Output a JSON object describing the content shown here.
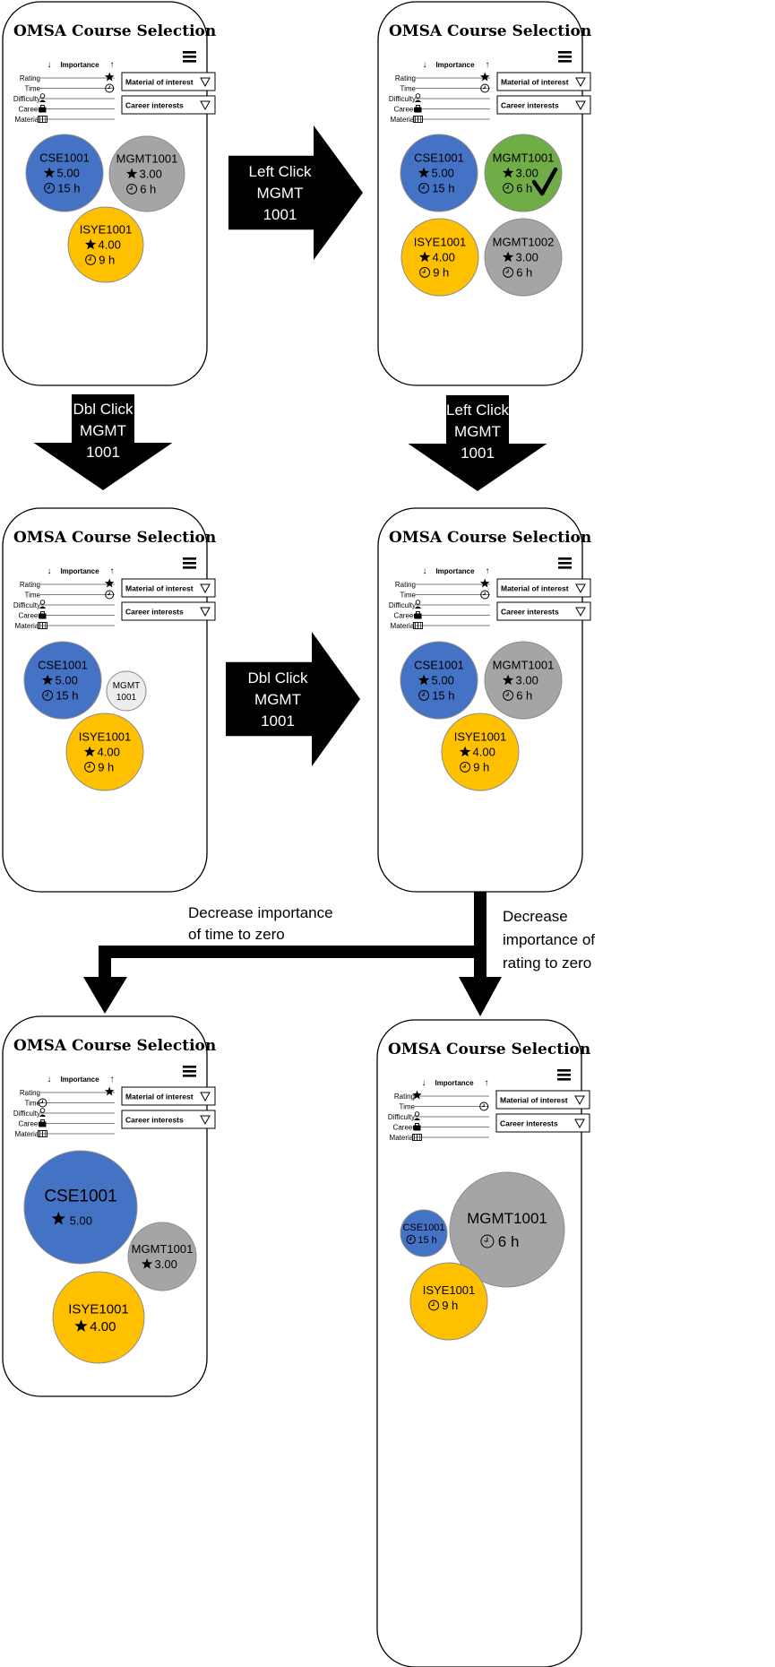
{
  "app": {
    "title": "OMSA Course Selection",
    "importance_label": "Importance",
    "sliders": [
      "Rating",
      "Time",
      "Difficulty",
      "Career",
      "Material"
    ],
    "dropdowns": [
      "Material of interest",
      "Career interests"
    ]
  },
  "colors": {
    "blue": "#4472c4",
    "gray": "#a5a5a5",
    "green": "#70ad47",
    "yellow": "#ffc000",
    "light": "#ededed"
  },
  "icons": {
    "menu": "hamburger-menu-icon",
    "rating": "star-icon",
    "time": "clock-icon",
    "difficulty": "person-icon",
    "career": "briefcase-icon",
    "material": "book-icon",
    "dropdown": "triangle-down-icon",
    "selected": "checkmark-icon"
  },
  "screens": [
    {
      "bubbles": [
        {
          "code": "CSE1001",
          "rating": "5.00",
          "time": "15 h",
          "color": "blue"
        },
        {
          "code": "MGMT1001",
          "rating": "3.00",
          "time": "6 h",
          "color": "gray"
        },
        {
          "code": "ISYE1001",
          "rating": "4.00",
          "time": "9 h",
          "color": "yellow"
        }
      ]
    },
    {
      "bubbles": [
        {
          "code": "CSE1001",
          "rating": "5.00",
          "time": "15 h",
          "color": "blue"
        },
        {
          "code": "MGMT1001",
          "rating": "3.00",
          "time": "6 h",
          "color": "green",
          "selected": true
        },
        {
          "code": "ISYE1001",
          "rating": "4.00",
          "time": "9 h",
          "color": "yellow"
        },
        {
          "code": "MGMT1002",
          "rating": "3.00",
          "time": "6 h",
          "color": "gray"
        }
      ]
    },
    {
      "bubbles": [
        {
          "code": "CSE1001",
          "rating": "5.00",
          "time": "15 h",
          "color": "blue"
        },
        {
          "code": "MGMT\n1001",
          "color": "light"
        },
        {
          "code": "ISYE1001",
          "rating": "4.00",
          "time": "9 h",
          "color": "yellow"
        }
      ]
    },
    {
      "bubbles": [
        {
          "code": "CSE1001",
          "rating": "5.00",
          "time": "15 h",
          "color": "blue"
        },
        {
          "code": "MGMT1001",
          "rating": "3.00",
          "time": "6 h",
          "color": "gray"
        },
        {
          "code": "ISYE1001",
          "rating": "4.00",
          "time": "9 h",
          "color": "yellow"
        }
      ]
    },
    {
      "bubbles": [
        {
          "code": "CSE1001",
          "rating": "5.00",
          "color": "blue"
        },
        {
          "code": "MGMT1001",
          "rating": "3.00",
          "color": "gray"
        },
        {
          "code": "ISYE1001",
          "rating": "4.00",
          "color": "yellow"
        }
      ]
    },
    {
      "bubbles": [
        {
          "code": "CSE1001",
          "time": "15 h",
          "color": "blue"
        },
        {
          "code": "MGMT1001",
          "time": "6 h",
          "color": "gray"
        },
        {
          "code": "ISYE1001",
          "time": "9 h",
          "color": "yellow"
        }
      ]
    }
  ],
  "transitions": [
    {
      "label": "Left Click\nMGMT\n1001"
    },
    {
      "label": "Dbl Click\nMGMT\n1001"
    },
    {
      "label": "Left Click\nMGMT\n1001"
    },
    {
      "label": "Dbl Click\nMGMT\n1001"
    },
    {
      "label": "Decrease importance\nof time to zero"
    },
    {
      "label": "Decrease\nimportance of\nrating to zero"
    }
  ]
}
